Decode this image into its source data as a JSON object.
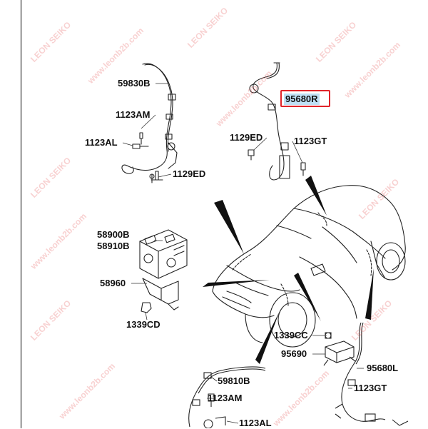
{
  "labels": {
    "p59830B": "59830B",
    "p1123AM_top": "1123AM",
    "p1123AL_top": "1123AL",
    "p1129ED_left": "1129ED",
    "p95680R": "95680R",
    "p1129ED_right": "1129ED",
    "p1123GT_top": "1123GT",
    "p58900B": "58900B",
    "p58910B": "58910B",
    "p58960": "58960",
    "p1339CD": "1339CD",
    "p1339CC": "1339CC",
    "p95690": "95690",
    "p95680L": "95680L",
    "p1123GT_bottom": "1123GT",
    "p59810B": "59810B",
    "p1123AM_bottom": "1123AM",
    "p1123AL_bottom": "1123AL"
  },
  "watermarks": {
    "brand": "LEON SEIKO",
    "site": "www.leonb2b.com"
  },
  "colors": {
    "highlight_border": "#e0242a",
    "highlight_fill": "#bfe0f5",
    "watermark": "#e65a5a"
  }
}
